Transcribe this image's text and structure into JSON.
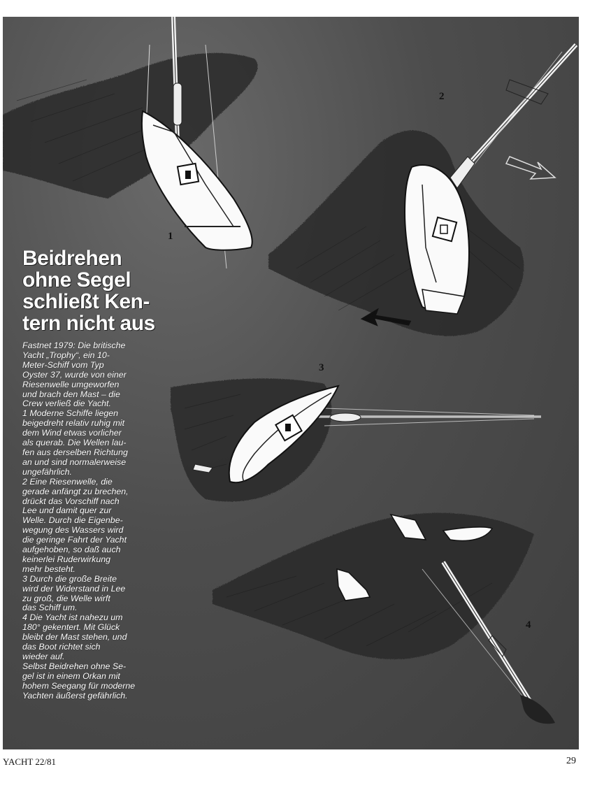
{
  "headline": [
    "Beidrehen",
    "ohne Segel",
    "schließt Ken-",
    "tern nicht aus"
  ],
  "body_lines": [
    "Fastnet 1979: Die britische",
    "Yacht „Trophy“, ein 10-",
    "Meter-Schiff vom Typ",
    "Oyster 37, wurde von einer",
    "Riesenwelle umgeworfen",
    "und brach den Mast – die",
    "Crew verließ die Yacht.",
    "1 Moderne Schiffe liegen",
    "beigedreht relativ ruhig mit",
    "dem Wind etwas vorlicher",
    "als querab. Die Wellen lau-",
    "fen aus derselben Richtung",
    "an und sind normalerweise",
    "ungefährlich.",
    "2 Eine Riesenwelle, die",
    "gerade anfängt zu brechen,",
    "drückt das Vorschiff nach",
    "Lee und damit quer zur",
    "Welle. Durch die Eigenbe-",
    "wegung des Wassers wird",
    "die geringe Fahrt der Yacht",
    "aufgehoben, so daß auch",
    "keinerlei Ruderwirkung",
    "mehr besteht.",
    "3 Durch die große Breite",
    "wird der Widerstand in Lee",
    "zu groß, die Welle wirft",
    "das Schiff um.",
    "4 Die Yacht ist nahezu um",
    "180° gekentert. Mit Glück",
    "bleibt der Mast stehen, und",
    "das Boot richtet sich",
    "wieder auf.",
    "Selbst Beidrehen ohne Se-",
    "gel ist in einem Orkan mit",
    "hohem Seegang für moderne",
    "Yachten äußerst gefährlich."
  ],
  "figure_labels": {
    "fig1": "1",
    "fig2": "2",
    "fig3": "3",
    "fig4": "4"
  },
  "footer": {
    "magazine": "YACHT 22/81",
    "page_number": "29"
  },
  "colors": {
    "sea": "#555555",
    "hull": "#ffffff",
    "ink": "#111111"
  }
}
